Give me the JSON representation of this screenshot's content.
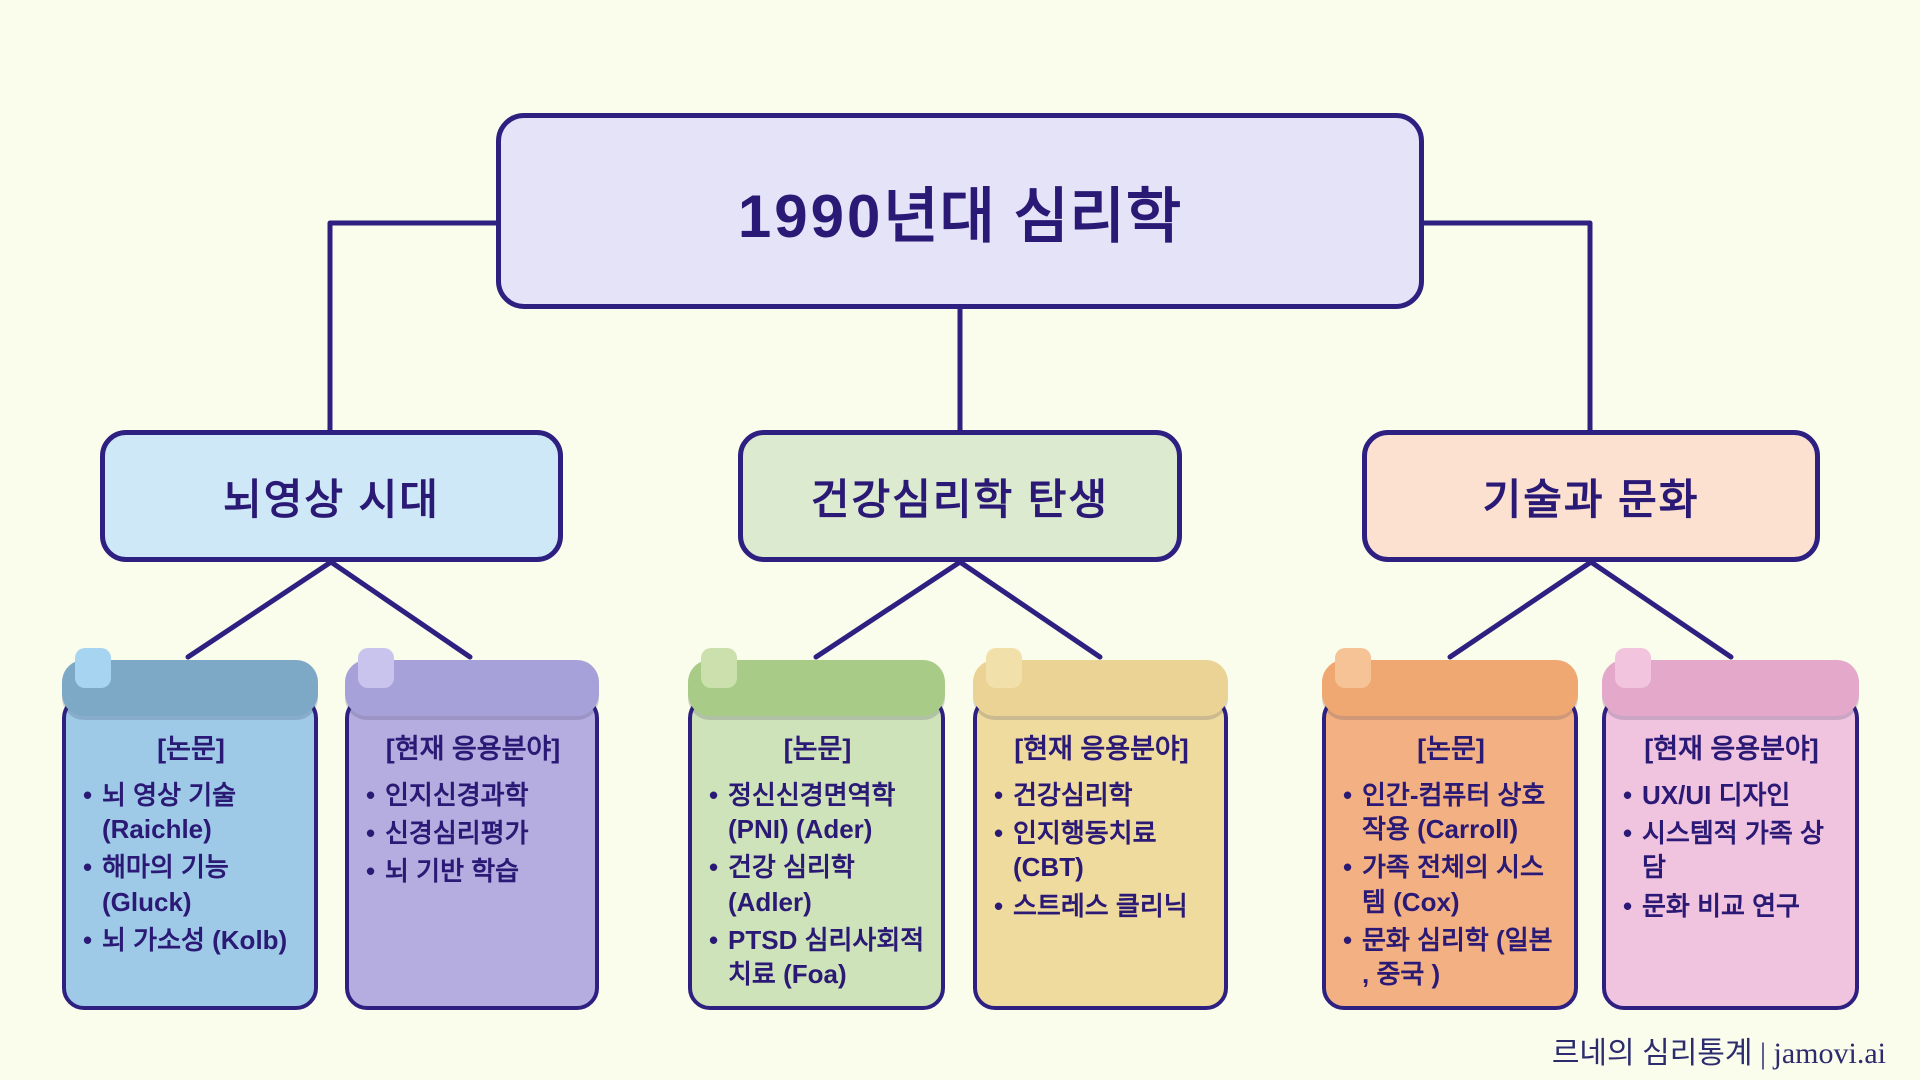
{
  "palette": {
    "background": "#fafcec",
    "connector_line": "#2d2080",
    "text": "#2b1a75",
    "root_bg": "#e4e3f8",
    "branch_bgs": [
      "#cfe8f8",
      "#dcead0",
      "#fce1d1"
    ],
    "card_palettes": [
      {
        "header": "#7ea9c6",
        "tab": "#a6d4f1",
        "body": "#9ecae8"
      },
      {
        "header": "#a7a1d9",
        "tab": "#c9c4ee",
        "body": "#b5addf"
      },
      {
        "header": "#a9cb88",
        "tab": "#cce0ad",
        "body": "#cfe3ba"
      },
      {
        "header": "#ead394",
        "tab": "#f2e0ab",
        "body": "#f0db9e"
      },
      {
        "header": "#efa872",
        "tab": "#f6c397",
        "body": "#f3b183"
      },
      {
        "header": "#e3a8ca",
        "tab": "#f2c4de",
        "body": "#f0c3df"
      }
    ]
  },
  "root": {
    "title_numeral": "1990",
    "title_suffix": "년대 심리학"
  },
  "branches": [
    {
      "title": "뇌영상 시대"
    },
    {
      "title": "건강심리학 탄생"
    },
    {
      "title": "기술과 문화"
    }
  ],
  "cards": [
    {
      "title": "[논문]",
      "items": [
        "뇌 영상 기술 (Raichle)",
        "해마의 기능 (Gluck)",
        "뇌 가소성 (Kolb)"
      ]
    },
    {
      "title": "[현재 응용분야]",
      "items": [
        "인지신경과학",
        "신경심리평가",
        "뇌 기반 학습"
      ]
    },
    {
      "title": "[논문]",
      "items": [
        "정신신경면역학 (PNI) (Ader)",
        "건강 심리학 (Adler)",
        "PTSD 심리사회적 치료 (Foa)"
      ]
    },
    {
      "title": "[현재 응용분야]",
      "items": [
        "건강심리학",
        "인지행동치료 (CBT)",
        "스트레스 클리닉"
      ]
    },
    {
      "title": "[논문]",
      "items": [
        "인간-컴퓨터 상호작용 (Carroll)",
        "가족 전체의 시스템 (Cox)",
        "문화 심리학 (일본 , 중국 )"
      ]
    },
    {
      "title": "[현재 응용분야]",
      "items": [
        "UX/UI 디자인",
        "시스템적 가족 상담",
        "문화 비교 연구"
      ]
    }
  ],
  "footer": {
    "credit": "르네의 심리통계 | jamovi.ai"
  }
}
